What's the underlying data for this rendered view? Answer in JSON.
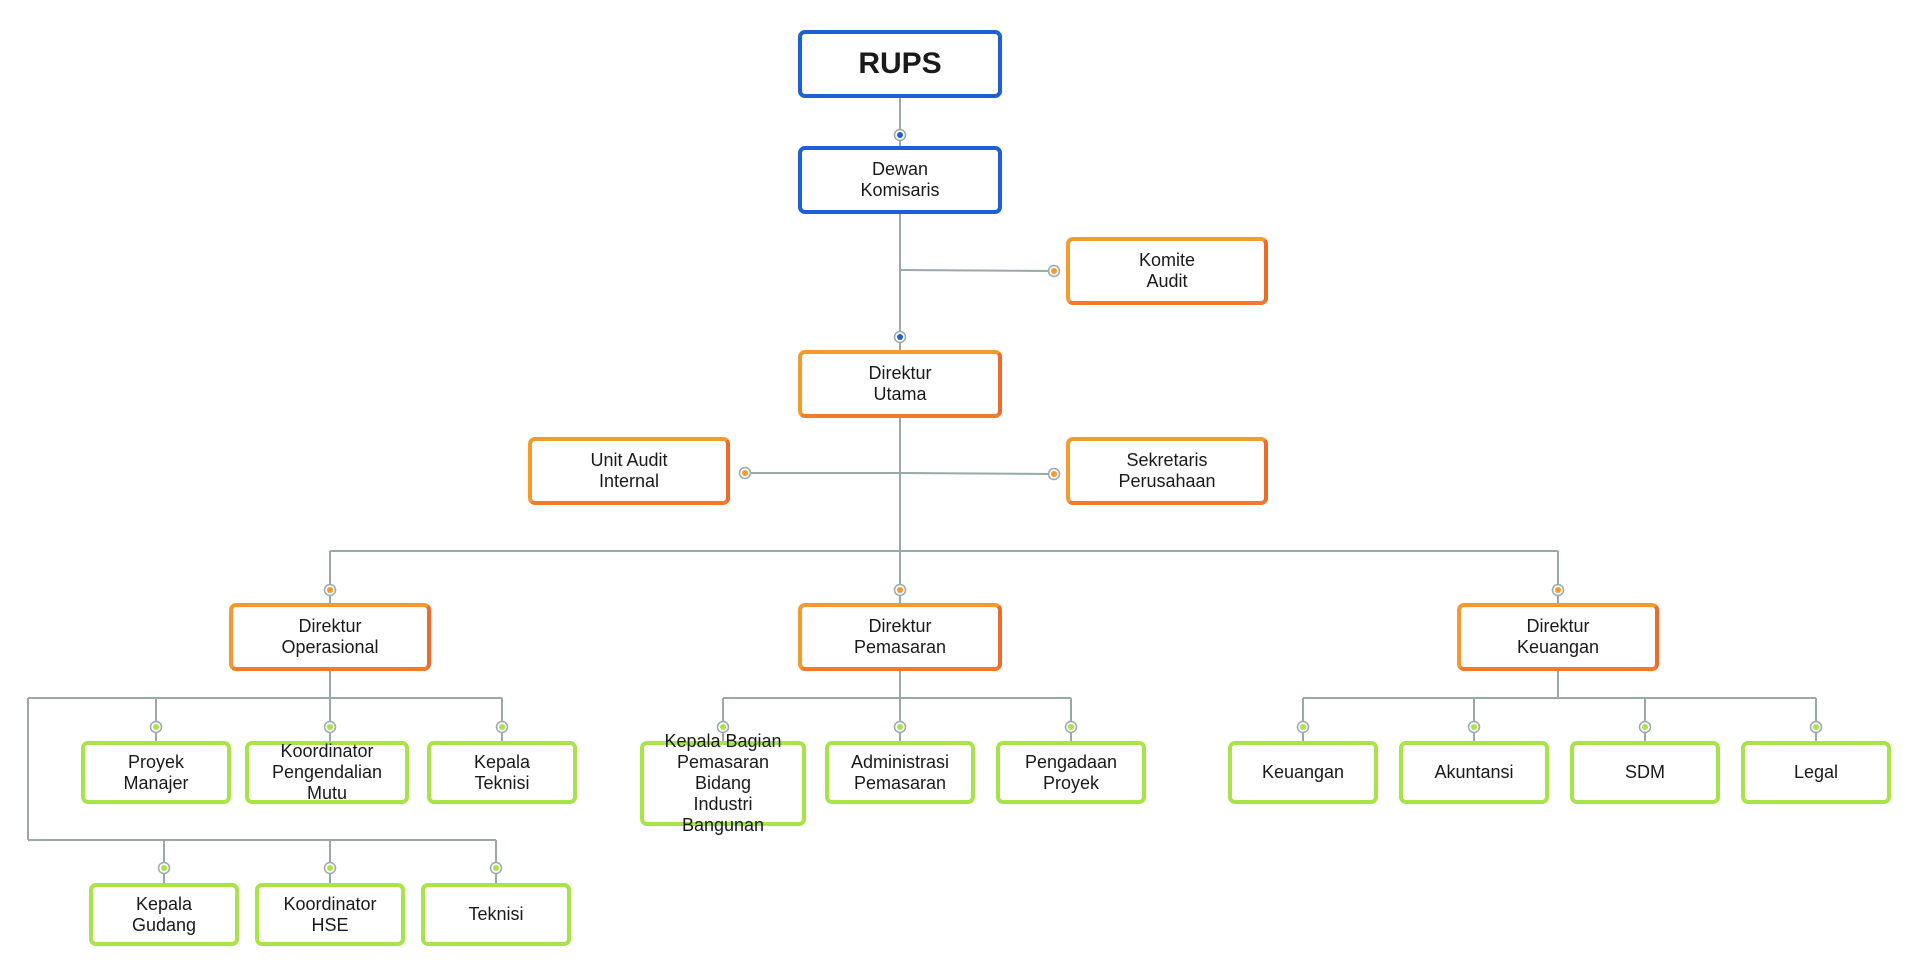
{
  "colors": {
    "blue": "#1f5fd6",
    "orange": "#f79a2e",
    "green": "#a9e34a",
    "line": "#9aa8a8"
  },
  "nodes": {
    "rups": "RUPS",
    "dewan_komisaris": "Dewan\nKomisaris",
    "komite_audit": "Komite\nAudit",
    "direktur_utama": "Direktur\nUtama",
    "unit_audit_internal": "Unit Audit\nInternal",
    "sekretaris_perusahaan": "Sekretaris\nPerusahaan",
    "direktur_operasional": "Direktur\nOperasional",
    "direktur_pemasaran": "Direktur\nPemasaran",
    "direktur_keuangan": "Direktur\nKeuangan",
    "proyek_manajer": "Proyek\nManajer",
    "koordinator_pengendalian_mutu": "Koordinator\nPengendalian Mutu",
    "kepala_teknisi": "Kepala\nTeknisi",
    "kepala_gudang": "Kepala\nGudang",
    "koordinator_hse": "Koordinator\nHSE",
    "teknisi": "Teknisi",
    "kepala_bagian_pemasaran": "Kepala Bagian\nPemasaran Bidang\nIndustri Bangunan",
    "administrasi_pemasaran": "Administrasi\nPemasaran",
    "pengadaan_proyek": "Pengadaan\nProyek",
    "keuangan": "Keuangan",
    "akuntansi": "Akuntansi",
    "sdm": "SDM",
    "legal": "Legal"
  }
}
